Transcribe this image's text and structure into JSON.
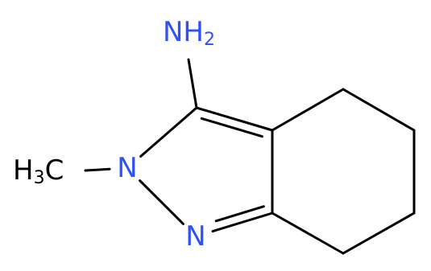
{
  "colors": {
    "bond": "#000000",
    "nitrogen": "#3050f8",
    "carbon_label": "#000000",
    "background": "#ffffff"
  },
  "atoms": {
    "nh2": {
      "main": "NH",
      "sub": "2",
      "element": "N"
    },
    "n2": {
      "main": "N",
      "element": "N"
    },
    "n1": {
      "main": "N",
      "element": "N"
    },
    "ch3": {
      "main": "H",
      "sub": "3",
      "tail": "C",
      "element": "C"
    }
  },
  "bonds": [
    {
      "from": "nh2",
      "to": "c3",
      "order": 1
    },
    {
      "from": "c3",
      "to": "c3a",
      "order": 2
    },
    {
      "from": "c3",
      "to": "n2",
      "order": 1
    },
    {
      "from": "n2",
      "to": "n1",
      "order": 1
    },
    {
      "from": "n1",
      "to": "c7a",
      "order": 2
    },
    {
      "from": "c7a",
      "to": "c3a",
      "order": 1
    },
    {
      "from": "c3a",
      "to": "c4",
      "order": 1
    },
    {
      "from": "c4",
      "to": "c5",
      "order": 1
    },
    {
      "from": "c5",
      "to": "c6",
      "order": 1
    },
    {
      "from": "c6",
      "to": "c7",
      "order": 1
    },
    {
      "from": "c7",
      "to": "c7a",
      "order": 1
    },
    {
      "from": "n2",
      "to": "ch3",
      "order": 1
    }
  ]
}
